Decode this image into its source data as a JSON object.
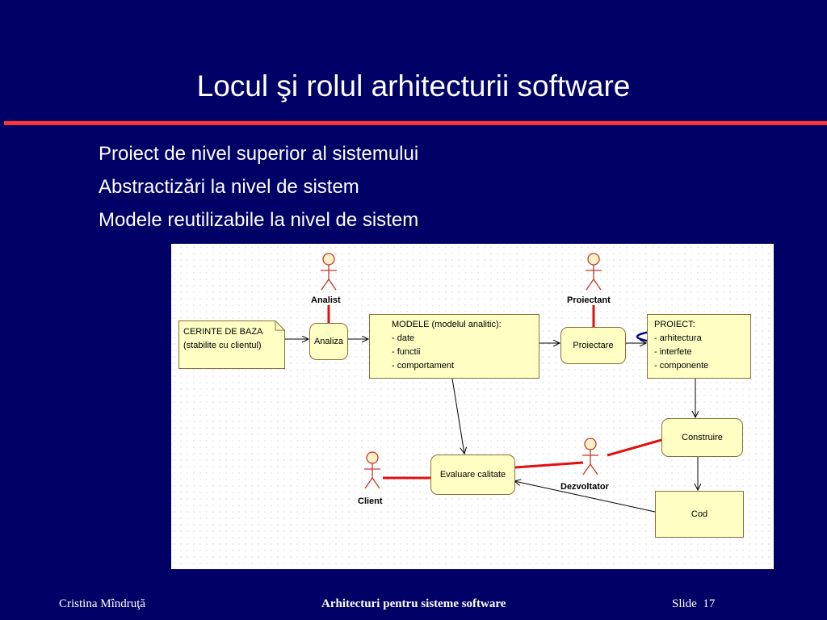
{
  "slide": {
    "title": "Locul şi rolul arhitecturii software",
    "bullets": [
      "Proiect de nivel superior al sistemului",
      "Abstractizări la nivel de sistem",
      "Modele reutilizabile la nivel de sistem"
    ]
  },
  "diagram": {
    "actors": {
      "analist": "Analist",
      "proiectant": "Proiectant",
      "dezvoltator": "Dezvoltator",
      "client": "Client"
    },
    "cerinte": {
      "line1": "CERINTE DE BAZA",
      "line2": "(stabilite cu clientul)"
    },
    "analiza": "Analiza",
    "modele": {
      "title": "MODELE (modelul analitic):",
      "items": [
        "- date",
        "- functii",
        "- comportament"
      ]
    },
    "proiectare": "Proiectare",
    "proiect": {
      "title": "PROIECT:",
      "items": [
        "- arhitectura",
        "- interfete",
        "- componente"
      ]
    },
    "construire": "Construire",
    "evaluare": "Evaluare calitate",
    "cod": "Cod"
  },
  "footer": {
    "author": "Cristina Mîndruţă",
    "course": "Arhitecturi pentru sisteme software",
    "slide_label": "Slide",
    "slide_number": "17"
  },
  "colors": {
    "background": "#000066",
    "accent_rule": "#ff3333",
    "box_fill": "#ffffc4",
    "highlight_ellipse": "#000080"
  }
}
